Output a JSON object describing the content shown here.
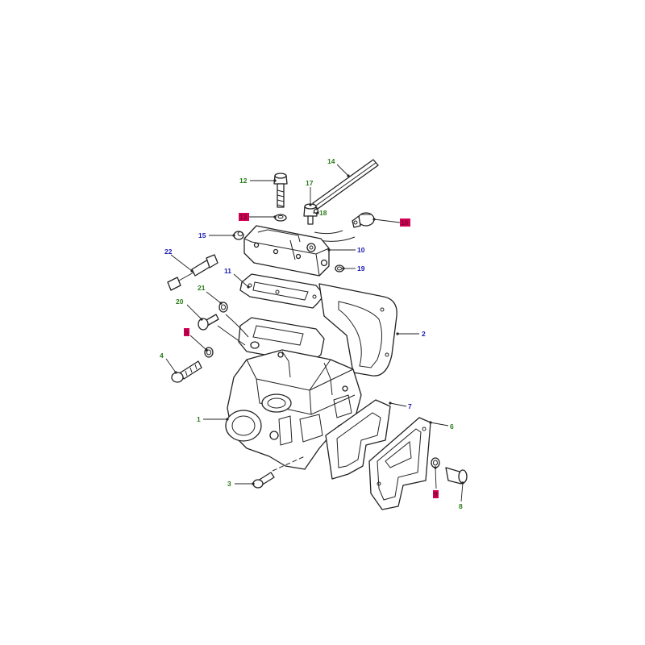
{
  "callouts": [
    {
      "id": "c1",
      "label": "1",
      "color": "green"
    },
    {
      "id": "c2",
      "label": "2",
      "color": "blue"
    },
    {
      "id": "c3",
      "label": "3",
      "color": "green"
    },
    {
      "id": "c4",
      "label": "4",
      "color": "green"
    },
    {
      "id": "c5",
      "label": "5",
      "color": "highlight"
    },
    {
      "id": "c6",
      "label": "6",
      "color": "green"
    },
    {
      "id": "c7",
      "label": "7",
      "color": "blue"
    },
    {
      "id": "c8",
      "label": "8",
      "color": "green"
    },
    {
      "id": "c9",
      "label": "9",
      "color": "highlight"
    },
    {
      "id": "c10",
      "label": "10",
      "color": "blue"
    },
    {
      "id": "c11",
      "label": "11",
      "color": "blue"
    },
    {
      "id": "c12",
      "label": "12",
      "color": "green"
    },
    {
      "id": "c13",
      "label": "13",
      "color": "highlight"
    },
    {
      "id": "c14",
      "label": "14",
      "color": "green"
    },
    {
      "id": "c15",
      "label": "15",
      "color": "blue"
    },
    {
      "id": "c16",
      "label": "16",
      "color": "highlight"
    },
    {
      "id": "c17",
      "label": "17",
      "color": "green"
    },
    {
      "id": "c18",
      "label": "18",
      "color": "green"
    },
    {
      "id": "c19",
      "label": "19",
      "color": "blue"
    },
    {
      "id": "c20",
      "label": "20",
      "color": "green"
    },
    {
      "id": "c21",
      "label": "21",
      "color": "green"
    },
    {
      "id": "c22",
      "label": "22",
      "color": "blue"
    }
  ],
  "colors": {
    "blue": "#1a1ab0",
    "green": "#2a7a1a",
    "highlight": "#d40055",
    "line": "#222222"
  }
}
